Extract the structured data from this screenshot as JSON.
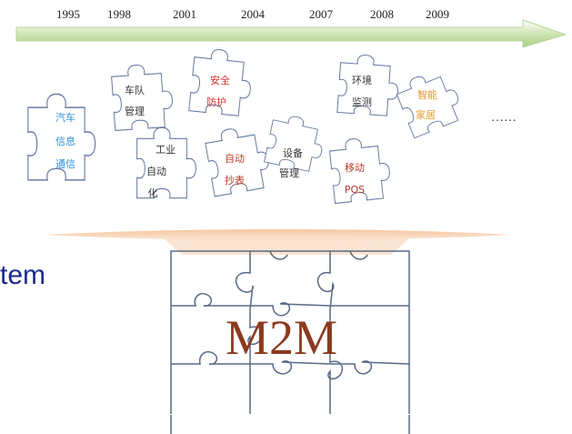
{
  "timeline": {
    "years": [
      "1995",
      "1998",
      "2001",
      "2004",
      "2007",
      "2008",
      "2009"
    ]
  },
  "pieces": [
    {
      "id": "vehicle-info",
      "lines": [
        "汽车",
        "信息",
        "通信"
      ],
      "color": "#2f8fd6"
    },
    {
      "id": "fleet-management",
      "lines": [
        "车队",
        "管理"
      ],
      "color": "#333333"
    },
    {
      "id": "security",
      "lines": [
        "安全",
        "防护"
      ],
      "color": "#d9322b"
    },
    {
      "id": "industrial-automation",
      "lines": [
        "工业",
        "自动",
        "化"
      ],
      "color": "#333333"
    },
    {
      "id": "auto-meter",
      "lines": [
        "自动",
        "抄表"
      ],
      "color": "#c0392b"
    },
    {
      "id": "device-management",
      "lines": [
        "设备",
        "管理"
      ],
      "color": "#333333"
    },
    {
      "id": "env-monitoring",
      "lines": [
        "环境",
        "监测"
      ],
      "color": "#333333"
    },
    {
      "id": "mobile-pos",
      "lines": [
        "移动",
        "POS"
      ],
      "color": "#c0392b"
    },
    {
      "id": "smart-home",
      "lines": [
        "智能",
        "家居"
      ],
      "color": "#e39a2b"
    }
  ],
  "more": "……",
  "cut_text": "tem",
  "m2m_label": "M2M",
  "colors": {
    "arrow": "#cfe6b4",
    "piece_stroke": "#6a7aa0",
    "grid_stroke": "#5a6a86",
    "funnel": "#f2b98a",
    "m2m": "#8b3a1e"
  }
}
